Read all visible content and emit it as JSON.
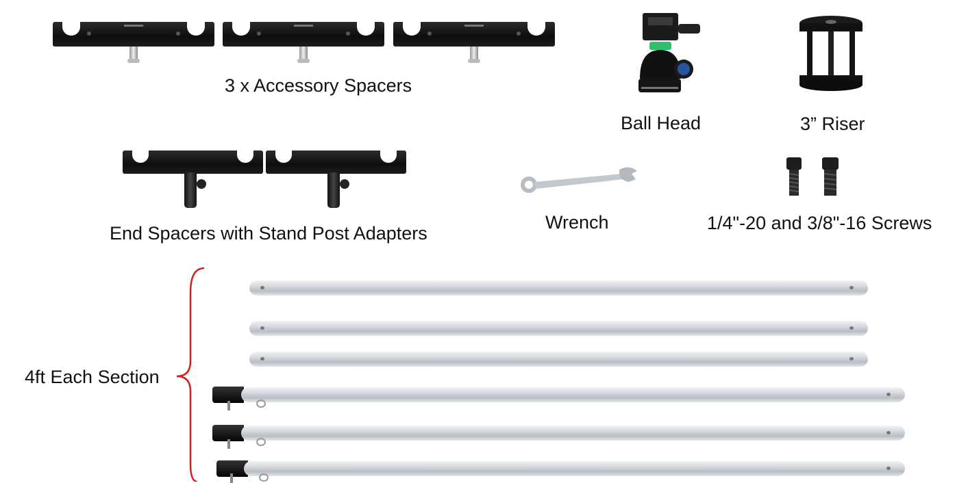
{
  "labels": {
    "accessory_spacers": "3 x Accessory Spacers",
    "ball_head": "Ball Head",
    "riser": "3” Riser",
    "end_spacers": "End Spacers with Stand Post Adapters",
    "wrench": "Wrench",
    "screws": "1/4\"-20 and 3/8\"-16 Screws",
    "section_length": "4ft Each Section"
  },
  "colors": {
    "bracket": "#d42020",
    "aluminum": "#c8ccd1",
    "anodized_black": "#111111"
  }
}
